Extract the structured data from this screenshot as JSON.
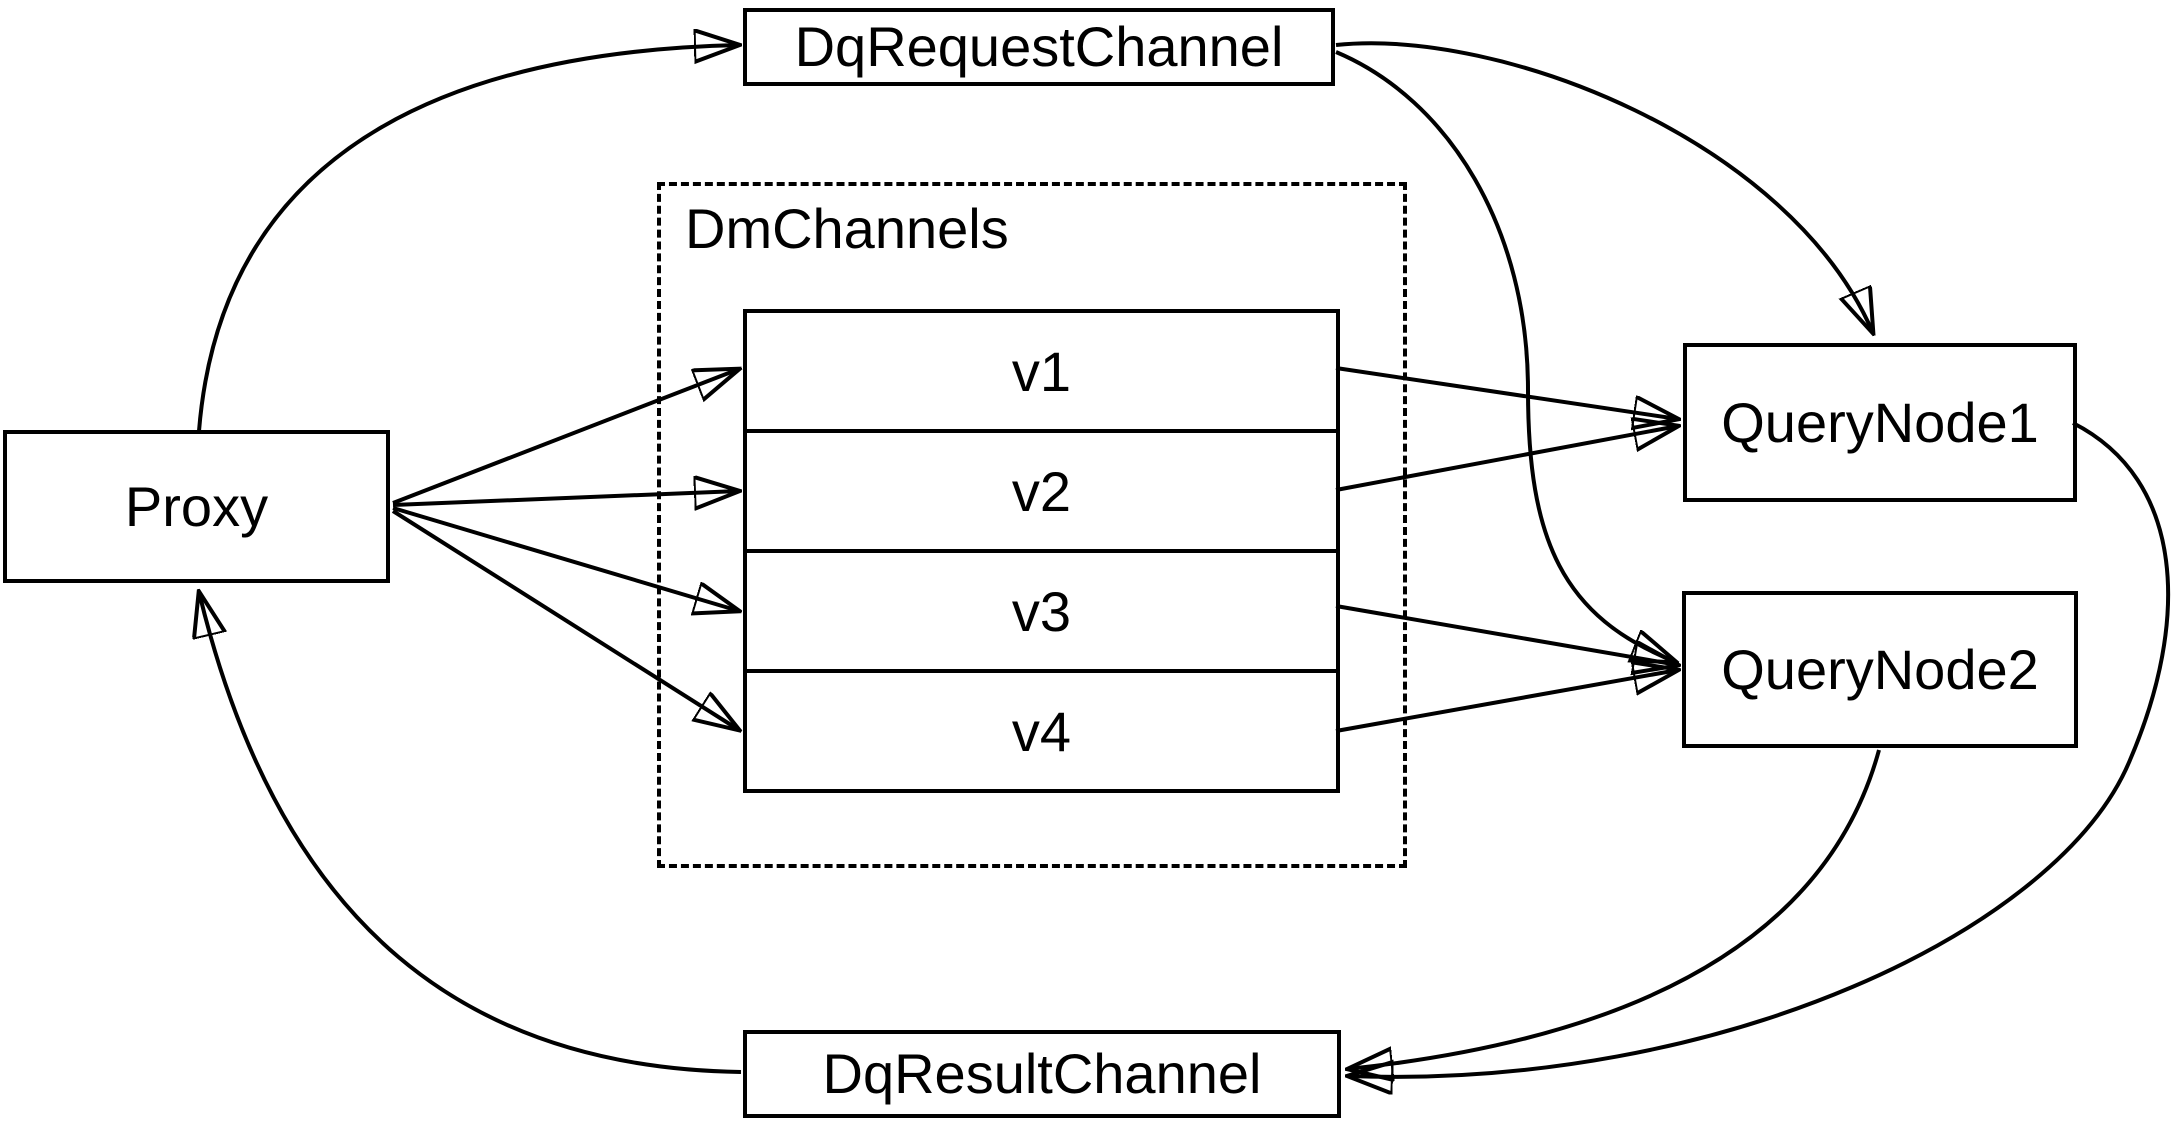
{
  "diagram": {
    "background": "#ffffff",
    "line_color": "#000000",
    "box_fill": "#ffffff",
    "nodes": {
      "proxy": {
        "label": "Proxy"
      },
      "dq_request_channel": {
        "label": "DqRequestChannel"
      },
      "dm_channels": {
        "label": "DmChannels",
        "rows": [
          {
            "label": "v1"
          },
          {
            "label": "v2"
          },
          {
            "label": "v3"
          },
          {
            "label": "v4"
          }
        ]
      },
      "query_node_1": {
        "label": "QueryNode1"
      },
      "query_node_2": {
        "label": "QueryNode2"
      },
      "dq_result_channel": {
        "label": "DqResultChannel"
      }
    },
    "edges": [
      {
        "from": "Proxy",
        "to": "DqRequestChannel"
      },
      {
        "from": "Proxy",
        "to": "v1"
      },
      {
        "from": "Proxy",
        "to": "v2"
      },
      {
        "from": "Proxy",
        "to": "v3"
      },
      {
        "from": "Proxy",
        "to": "v4"
      },
      {
        "from": "DqRequestChannel",
        "to": "QueryNode1"
      },
      {
        "from": "DqRequestChannel",
        "to": "QueryNode2"
      },
      {
        "from": "v1",
        "to": "QueryNode1"
      },
      {
        "from": "v2",
        "to": "QueryNode1"
      },
      {
        "from": "v3",
        "to": "QueryNode2"
      },
      {
        "from": "v4",
        "to": "QueryNode2"
      },
      {
        "from": "QueryNode1",
        "to": "DqResultChannel"
      },
      {
        "from": "QueryNode2",
        "to": "DqResultChannel"
      },
      {
        "from": "DqResultChannel",
        "to": "Proxy"
      }
    ]
  }
}
